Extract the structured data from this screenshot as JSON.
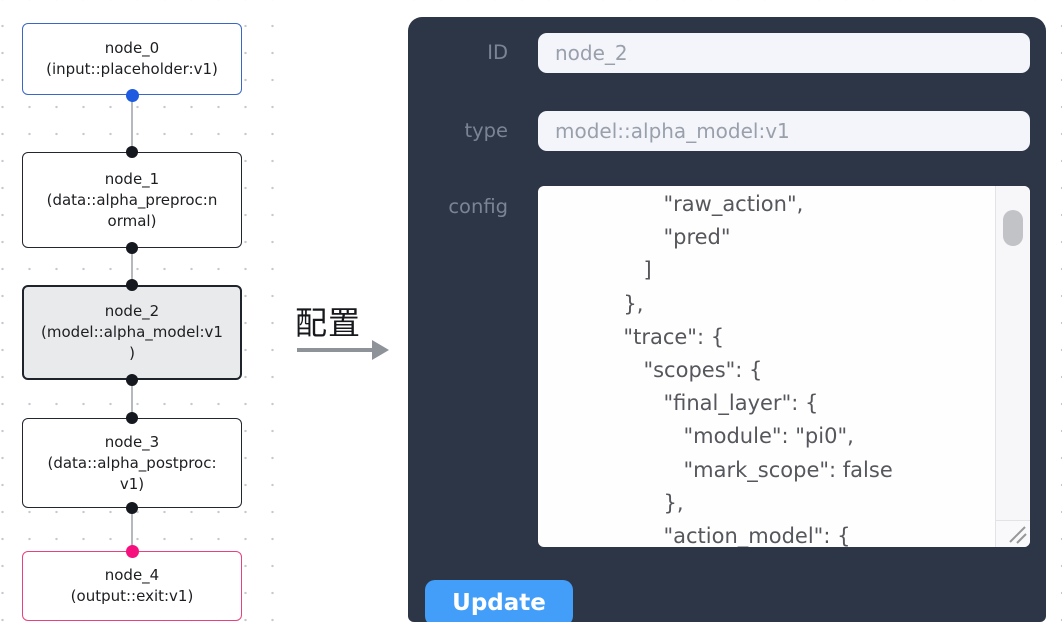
{
  "flow": {
    "nodes": [
      {
        "title": "node_0",
        "subtitle": "(input::placeholder:v1)",
        "kind": "input"
      },
      {
        "title": "node_1",
        "subtitle": "(data::alpha_preproc:n\normal)",
        "kind": "process"
      },
      {
        "title": "node_2",
        "subtitle": "(model::alpha_model:v1\n)",
        "kind": "selected"
      },
      {
        "title": "node_3",
        "subtitle": "(data::alpha_postproc:\nv1)",
        "kind": "process"
      },
      {
        "title": "node_4",
        "subtitle": "(output::exit:v1)",
        "kind": "output"
      }
    ]
  },
  "annotation": {
    "label": "配置"
  },
  "config_panel": {
    "fields": [
      {
        "label": "ID",
        "value": "node_2"
      },
      {
        "label": "type",
        "value": "model::alpha_model:v1"
      }
    ],
    "config_field": {
      "label": "config",
      "value": "                 \"raw_action\",\n                 \"pred\"\n              ]\n           },\n           \"trace\": {\n              \"scopes\": {\n                 \"final_layer\": {\n                    \"module\": \"pi0\",\n                    \"mark_scope\": false\n                 },\n                 \"action_model\": {"
    },
    "update_button": "Update"
  },
  "colors": {
    "panel_background": "#2c3646",
    "accent_button_blue": "#429ef8",
    "input_node_border_blue": "#3a67c6",
    "output_node_border_pink": "#e8417f",
    "selected_node_fill": "#e9eaeb",
    "port_blue": "#1d5ce0",
    "port_pink": "#f5107e",
    "port_black": "#15181e"
  }
}
